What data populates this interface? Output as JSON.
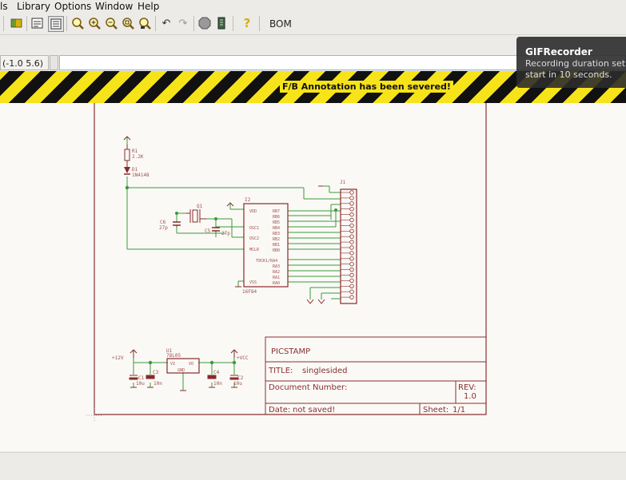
{
  "menubar": {
    "items": [
      "ls",
      "Library",
      "Options",
      "Window",
      "Help"
    ]
  },
  "toolbar": {
    "bom_label": "BOM",
    "icons": [
      "book-icon",
      "sheet-icon",
      "netlist-icon",
      "zoom-fit-icon",
      "zoom-in-icon",
      "zoom-out-icon",
      "zoom-select-icon",
      "zoom-redraw-icon",
      "undo-icon",
      "redo-icon",
      "stop-icon",
      "script-icon",
      "help-icon"
    ]
  },
  "command": {
    "coords": "(-1.0 5.6)",
    "value": ""
  },
  "warning": {
    "message": "F/B Annotation has been severed!"
  },
  "colors": {
    "wire": "#3a9a3a",
    "symbol": "#8a2a2a",
    "frame": "#8a3030",
    "stripe_dark": "#111111",
    "stripe_light": "#f7e31a"
  },
  "schematic": {
    "r1": {
      "name": "R1",
      "value": "2.2K"
    },
    "d1": {
      "name": "D1",
      "value": "1N4148"
    },
    "q1": {
      "name": "Q1"
    },
    "c6": {
      "name": "C6",
      "value": "27p"
    },
    "c5": {
      "name": "C5",
      "value": "27p"
    },
    "ic2": {
      "name": "I2",
      "value": "16F84",
      "pins_left": [
        "VDD",
        "OSC1",
        "OSC2",
        "MCLR",
        "VSS"
      ],
      "pins_right": [
        "RB7",
        "RB6",
        "RB5",
        "RB4",
        "RB3",
        "RB2",
        "RB1",
        "RB0",
        "T0CK1/RA4",
        "RA3",
        "RA2",
        "RA1",
        "RA0"
      ]
    },
    "j1": {
      "name": "J1"
    },
    "u1": {
      "name": "U1",
      "value": "78L05",
      "pins": [
        "VI",
        "VO",
        "GND"
      ]
    },
    "p12v": "+12V",
    "pvcc": "+VCC",
    "c1": {
      "name": "C1",
      "value": "10u"
    },
    "c3": {
      "name": "C3",
      "value": "10n"
    },
    "c4": {
      "name": "C4",
      "value": "10n"
    },
    "c2": {
      "name": "C2",
      "value": "10u"
    }
  },
  "titleblock": {
    "name": "PICSTAMP",
    "title_label": "TITLE:",
    "title_value": "singlesided",
    "docnum_label": "Document Number:",
    "rev_label": "REV:",
    "rev_value": "1.0",
    "date_label": "Date:",
    "date_value": "not saved!",
    "sheet_label": "Sheet:",
    "sheet_value": "1/1"
  },
  "toast": {
    "title": "GIFRecorder",
    "body1": "Recording duration set to",
    "body2": "start in 10 seconds."
  }
}
